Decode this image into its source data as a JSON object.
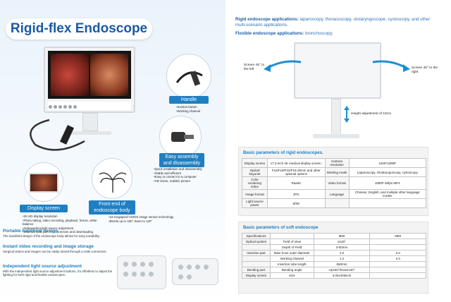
{
  "title": "Rigid-flex Endoscope",
  "callouts": {
    "handle": {
      "title": "Handle",
      "bullets": [
        "Suction button",
        "Working channel"
      ]
    },
    "easy_assembly": {
      "title": "Easy assembly and disassembly",
      "bullets": [
        "Quick installation and disassembly",
        "Stable and efficient",
        "Easy to connect to a computer",
        "HD vision, realistic picture"
      ]
    },
    "display_screen": {
      "title": "Display screen",
      "bullets": [
        "2K HD display resolution",
        "Photo taking, video recording, playback, freeze, white balance",
        "Independent light source adjustment",
        "External USB port for connection and downloading"
      ]
    },
    "front_end": {
      "title": "Front end of endoscope body",
      "bullets": [
        "16-megapixel CMOS image sensor technology",
        "Bends up to 180° down to 130°"
      ]
    }
  },
  "features": [
    {
      "title": "Portable handheld design",
      "text": "The handheld design of the endoscope body allows for easy portability."
    },
    {
      "title": "Instant video recording and image storage",
      "text": "Surgical videos and images can be easily stored through a USB connection."
    },
    {
      "title": "Independent light source adjustment",
      "text": "With the independent light source adjustment buttons, it's effortless to adjust the lighting for both rigid and flexible endoscopes."
    }
  ],
  "applications": {
    "rigid_label": "Rigid endoscope applications:",
    "rigid_text": "laparoscopy, thoracoscopy, otolaryngoscope, cystoscopy, and other multi-scenario applications.",
    "flex_label": "Flexible endoscope applications:",
    "flex_text": "bronchoscopy."
  },
  "monitor_notes": {
    "left": "Screen 45° to the left",
    "right": "Screen 45° to the right",
    "height": "Height adjustment of 10cm"
  },
  "rigid_table": {
    "title": "Basic parameters of rigid endoscopes.",
    "rows": [
      [
        "Display screen",
        "17.3-inch 4K medical display screen.",
        "Camera resolution",
        "1920*1080P"
      ],
      [
        "Optical bayonet",
        "F16/F18/F22/F15-25mm and other optional options",
        "Working mode",
        "Laparoscopy, Otolaryngoscopy, cystoscopy"
      ],
      [
        "Color rendering index",
        "Ra≥92",
        "Video format",
        "1080P  60fps  MP4"
      ],
      [
        "Image format",
        "JPG",
        "Language",
        "Chinese, English, and multiple other language modes"
      ],
      [
        "Light source power",
        "60W",
        "",
        ""
      ]
    ]
  },
  "soft_table": {
    "title": "Basic parameters of soft endoscope",
    "header": [
      "Specifications",
      "",
      "M50",
      "M60"
    ],
    "rows": [
      [
        "Optical system",
        "Field of View",
        "≥120°",
        ""
      ],
      [
        "",
        "Depth of Field",
        "3-50mm",
        ""
      ],
      [
        "Insertion part",
        "Main hose outer diameter",
        "2.0",
        "6.0"
      ],
      [
        "",
        "Working channel",
        "1.2",
        "2.0"
      ],
      [
        "",
        "Insertion tube length",
        "650mm",
        ""
      ],
      [
        "Bending part",
        "Bending angle",
        "Up160°/Down130°",
        ""
      ],
      [
        "Display screen",
        "Size",
        "3.0inch/8inch",
        ""
      ]
    ]
  }
}
